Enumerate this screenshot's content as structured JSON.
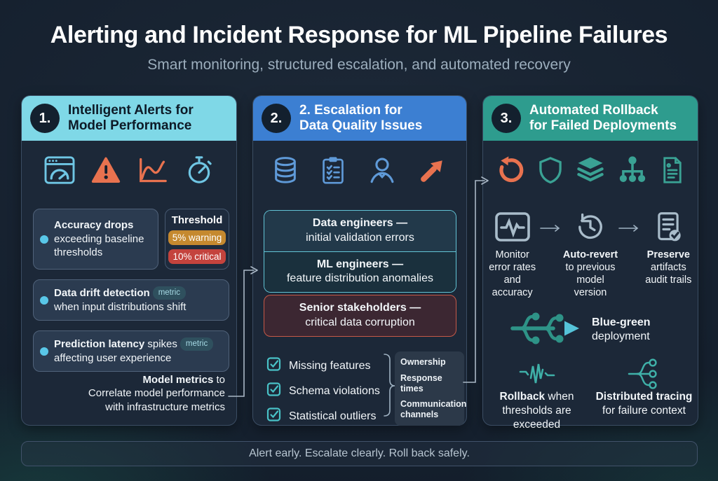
{
  "header": {
    "title": "Alerting and Incident Response for ML Pipeline Failures",
    "subtitle": "Smart monitoring, structured escalation, and automated recovery"
  },
  "footer": {
    "text": "Alert early. Escalate clearly. Roll back safely."
  },
  "colors": {
    "background": "#15202e",
    "panel": "#1c2838",
    "header1": "#7fd8e7",
    "header2": "#3c7fd2",
    "header3": "#2e9c8e",
    "accent_cyan": "#59c7e8",
    "accent_orange": "#e8724f",
    "accent_teal": "#3aa294",
    "accent_steel": "#a9bcca",
    "warning_badge": "#c5892f",
    "critical_badge": "#c4433d"
  },
  "col1": {
    "number": "1.",
    "title_line1": "Intelligent Alerts for",
    "title_line2": "Model Performance",
    "icons": [
      "dashboard-gauge",
      "warning-triangle",
      "line-chart",
      "stopwatch"
    ],
    "alert1": {
      "bold": "Accuracy drops",
      "rest": " exceeding baseline thresholds"
    },
    "threshold": {
      "label": "Threshold",
      "warning": "5% warning",
      "critical": "10% critical"
    },
    "alert2": {
      "bold": "Data drift detection",
      "badge": "metric",
      "rest": "when input distributions shift"
    },
    "alert3": {
      "bold": "Prediction latency",
      "mid": " spikes",
      "badge": "metric",
      "rest": "affecting user experience"
    },
    "note": {
      "bold": "Model metrics",
      "rest": " to",
      "line2": "Correlate model performance",
      "line3": "with infrastructure metrics"
    }
  },
  "col2": {
    "number": "2.",
    "title_line1": "2. Escalation for",
    "title_line2": "Data Quality Issues",
    "icons": [
      "database",
      "clipboard-checklist",
      "person",
      "arrow-up-right"
    ],
    "tier1": {
      "role": "Data engineers —",
      "desc": "initial validation errors"
    },
    "tier2": {
      "role": "ML engineers —",
      "desc": "feature distribution anomalies"
    },
    "tier3": {
      "role": "Senior stakeholders —",
      "desc": "critical data corruption"
    },
    "checklist": [
      "Missing features",
      "Schema violations",
      "Statistical outliers"
    ],
    "side_box": [
      "Ownership",
      "Response times",
      "Communication channels"
    ]
  },
  "col3": {
    "number": "3.",
    "title_line1": "Automated Rollback",
    "title_line2": "for Failed Deployments",
    "icons": [
      "rotate-ccw",
      "shield",
      "layers",
      "sitemap",
      "document"
    ],
    "flow1": {
      "line1": "Monitor",
      "line2": "error rates",
      "line3": "and accuracy"
    },
    "flow2": {
      "bold": "Auto-revert",
      "line2": "to previous",
      "line3": "model version"
    },
    "flow3": {
      "bold": "Preserve",
      "line2": "artifacts",
      "line3": "audit trails"
    },
    "bluegreen": {
      "bold": "Blue-green",
      "line2": "deployment"
    },
    "rollback": {
      "bold": "Rollback",
      "rest": " when",
      "line2": "thresholds are",
      "line3": "exceeded"
    },
    "tracing": {
      "bold": "Distributed tracing",
      "line2": "for failure context"
    }
  }
}
